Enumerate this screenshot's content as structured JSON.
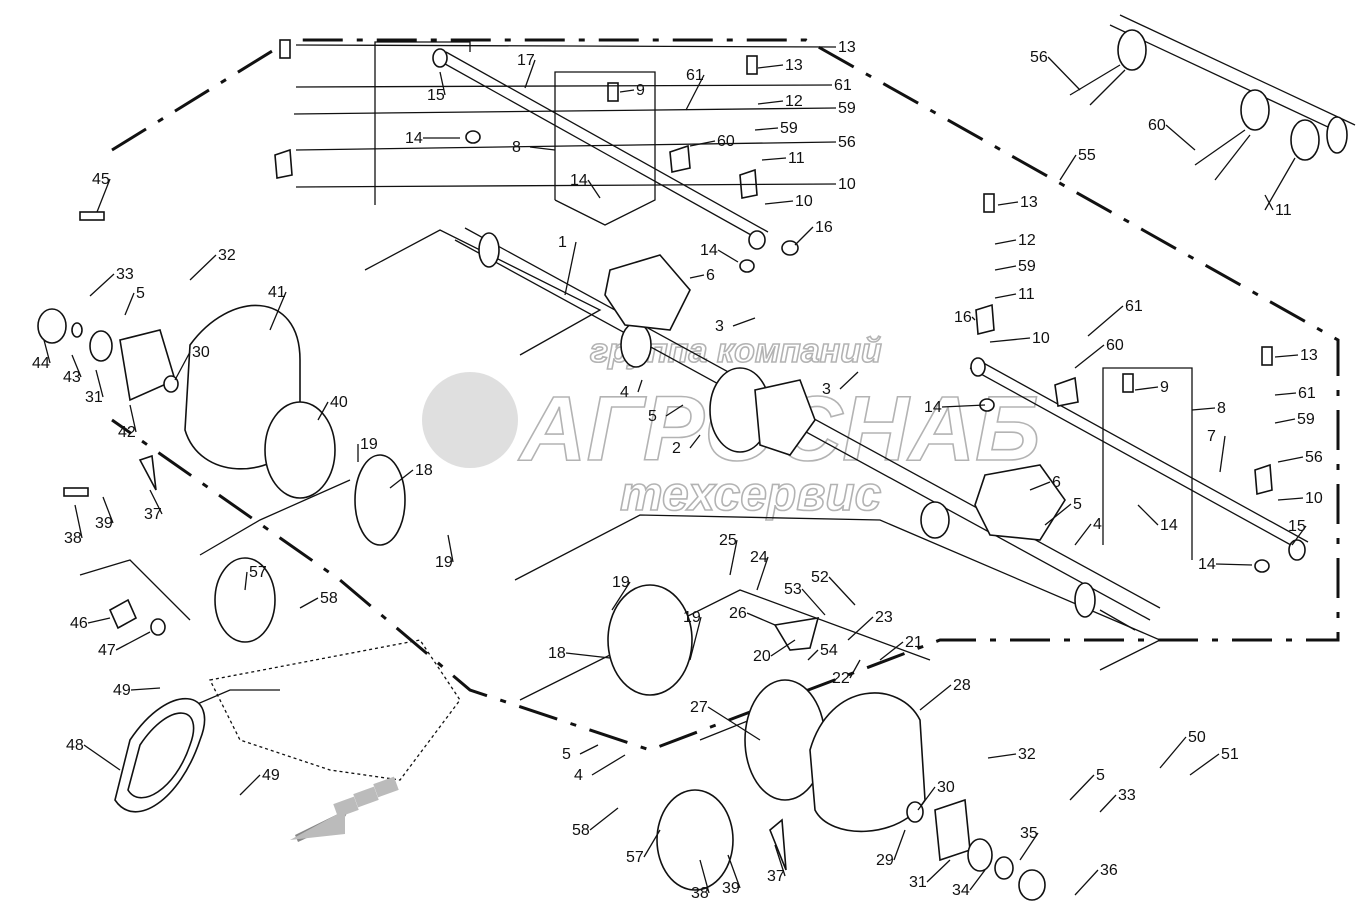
{
  "watermark": {
    "line1": "группа компаний",
    "line2": "АГРОСНАБ",
    "line3": "техсервис"
  },
  "callouts": [
    {
      "id": "c01",
      "text": "13"
    },
    {
      "id": "c02",
      "text": "61"
    },
    {
      "id": "c03",
      "text": "59"
    },
    {
      "id": "c04",
      "text": "56"
    },
    {
      "id": "c05",
      "text": "10"
    },
    {
      "id": "c06",
      "text": "15"
    },
    {
      "id": "c07",
      "text": "17"
    },
    {
      "id": "c08",
      "text": "14"
    },
    {
      "id": "c09",
      "text": "8"
    },
    {
      "id": "c10",
      "text": "9"
    },
    {
      "id": "c11",
      "text": "14"
    },
    {
      "id": "c12",
      "text": "61"
    },
    {
      "id": "c13",
      "text": "60"
    },
    {
      "id": "c14",
      "text": "13"
    },
    {
      "id": "c15",
      "text": "12"
    },
    {
      "id": "c16",
      "text": "59"
    },
    {
      "id": "c17",
      "text": "11"
    },
    {
      "id": "c18",
      "text": "10"
    },
    {
      "id": "c19",
      "text": "16"
    },
    {
      "id": "c20",
      "text": "14"
    },
    {
      "id": "c21",
      "text": "56"
    },
    {
      "id": "c22",
      "text": "60"
    },
    {
      "id": "c23",
      "text": "11"
    },
    {
      "id": "c24",
      "text": "55"
    },
    {
      "id": "c25",
      "text": "13"
    },
    {
      "id": "c26",
      "text": "12"
    },
    {
      "id": "c27",
      "text": "59"
    },
    {
      "id": "c28",
      "text": "11"
    },
    {
      "id": "c29",
      "text": "61"
    },
    {
      "id": "c30",
      "text": "16"
    },
    {
      "id": "c31",
      "text": "10"
    },
    {
      "id": "c32",
      "text": "60"
    },
    {
      "id": "c33",
      "text": "14"
    },
    {
      "id": "c34",
      "text": "13"
    },
    {
      "id": "c35",
      "text": "9"
    },
    {
      "id": "c36",
      "text": "61"
    },
    {
      "id": "c37",
      "text": "8"
    },
    {
      "id": "c38",
      "text": "59"
    },
    {
      "id": "c39",
      "text": "56"
    },
    {
      "id": "c40",
      "text": "7"
    },
    {
      "id": "c41",
      "text": "10"
    },
    {
      "id": "c42",
      "text": "14"
    },
    {
      "id": "c43",
      "text": "15"
    },
    {
      "id": "c44",
      "text": "14"
    },
    {
      "id": "c45",
      "text": "45"
    },
    {
      "id": "c46",
      "text": "32"
    },
    {
      "id": "c47",
      "text": "33"
    },
    {
      "id": "c48",
      "text": "5"
    },
    {
      "id": "c49",
      "text": "41"
    },
    {
      "id": "c50",
      "text": "44"
    },
    {
      "id": "c51",
      "text": "43"
    },
    {
      "id": "c52",
      "text": "31"
    },
    {
      "id": "c53",
      "text": "30"
    },
    {
      "id": "c54",
      "text": "42"
    },
    {
      "id": "c55",
      "text": "40"
    },
    {
      "id": "c56",
      "text": "1"
    },
    {
      "id": "c57",
      "text": "6"
    },
    {
      "id": "c58",
      "text": "3"
    },
    {
      "id": "c59",
      "text": "3"
    },
    {
      "id": "c60",
      "text": "4"
    },
    {
      "id": "c61",
      "text": "5"
    },
    {
      "id": "c62",
      "text": "2"
    },
    {
      "id": "c63",
      "text": "19"
    },
    {
      "id": "c64",
      "text": "18"
    },
    {
      "id": "c65",
      "text": "19"
    },
    {
      "id": "c66",
      "text": "39"
    },
    {
      "id": "c67",
      "text": "37"
    },
    {
      "id": "c68",
      "text": "38"
    },
    {
      "id": "c69",
      "text": "6"
    },
    {
      "id": "c70",
      "text": "5"
    },
    {
      "id": "c71",
      "text": "4"
    },
    {
      "id": "c72",
      "text": "57"
    },
    {
      "id": "c73",
      "text": "58"
    },
    {
      "id": "c74",
      "text": "46"
    },
    {
      "id": "c75",
      "text": "47"
    },
    {
      "id": "c76",
      "text": "25"
    },
    {
      "id": "c77",
      "text": "24"
    },
    {
      "id": "c78",
      "text": "52"
    },
    {
      "id": "c79",
      "text": "53"
    },
    {
      "id": "c80",
      "text": "19"
    },
    {
      "id": "c81",
      "text": "26"
    },
    {
      "id": "c82",
      "text": "23"
    },
    {
      "id": "c83",
      "text": "19"
    },
    {
      "id": "c84",
      "text": "21"
    },
    {
      "id": "c85",
      "text": "18"
    },
    {
      "id": "c86",
      "text": "20"
    },
    {
      "id": "c87",
      "text": "54"
    },
    {
      "id": "c88",
      "text": "22"
    },
    {
      "id": "c89",
      "text": "49"
    },
    {
      "id": "c90",
      "text": "28"
    },
    {
      "id": "c91",
      "text": "27"
    },
    {
      "id": "c92",
      "text": "48"
    },
    {
      "id": "c93",
      "text": "49"
    },
    {
      "id": "c94",
      "text": "5"
    },
    {
      "id": "c95",
      "text": "4"
    },
    {
      "id": "c96",
      "text": "32"
    },
    {
      "id": "c97",
      "text": "50"
    },
    {
      "id": "c98",
      "text": "51"
    },
    {
      "id": "c99",
      "text": "30"
    },
    {
      "id": "c100",
      "text": "5"
    },
    {
      "id": "c101",
      "text": "33"
    },
    {
      "id": "c102",
      "text": "58"
    },
    {
      "id": "c103",
      "text": "29"
    },
    {
      "id": "c104",
      "text": "57"
    },
    {
      "id": "c105",
      "text": "35"
    },
    {
      "id": "c106",
      "text": "31"
    },
    {
      "id": "c107",
      "text": "36"
    },
    {
      "id": "c108",
      "text": "34"
    },
    {
      "id": "c109",
      "text": "38"
    },
    {
      "id": "c110",
      "text": "39"
    },
    {
      "id": "c111",
      "text": "37"
    }
  ]
}
